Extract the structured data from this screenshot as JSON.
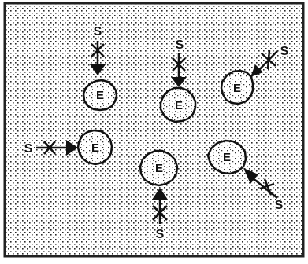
{
  "diagram": {
    "cell_label": "E",
    "substrate_label": "S",
    "units": [
      {
        "id": "top-left",
        "cell_label": "E",
        "substrate_label": "S",
        "approach_direction": "from-top"
      },
      {
        "id": "top-center",
        "cell_label": "E",
        "substrate_label": "S",
        "approach_direction": "from-top"
      },
      {
        "id": "top-right",
        "cell_label": "E",
        "substrate_label": "S",
        "approach_direction": "from-top-right"
      },
      {
        "id": "middle-left",
        "cell_label": "E",
        "substrate_label": "S",
        "approach_direction": "from-left"
      },
      {
        "id": "bottom-center",
        "cell_label": "E",
        "substrate_label": "S",
        "approach_direction": "from-bottom"
      },
      {
        "id": "bottom-right",
        "cell_label": "E",
        "substrate_label": "S",
        "approach_direction": "from-bottom-right"
      }
    ]
  },
  "colors": {
    "background": "#ffffff",
    "dots": "#2a2a2a",
    "ink": "#111111",
    "cell_fill": "#ffffff",
    "border": "#222222"
  }
}
